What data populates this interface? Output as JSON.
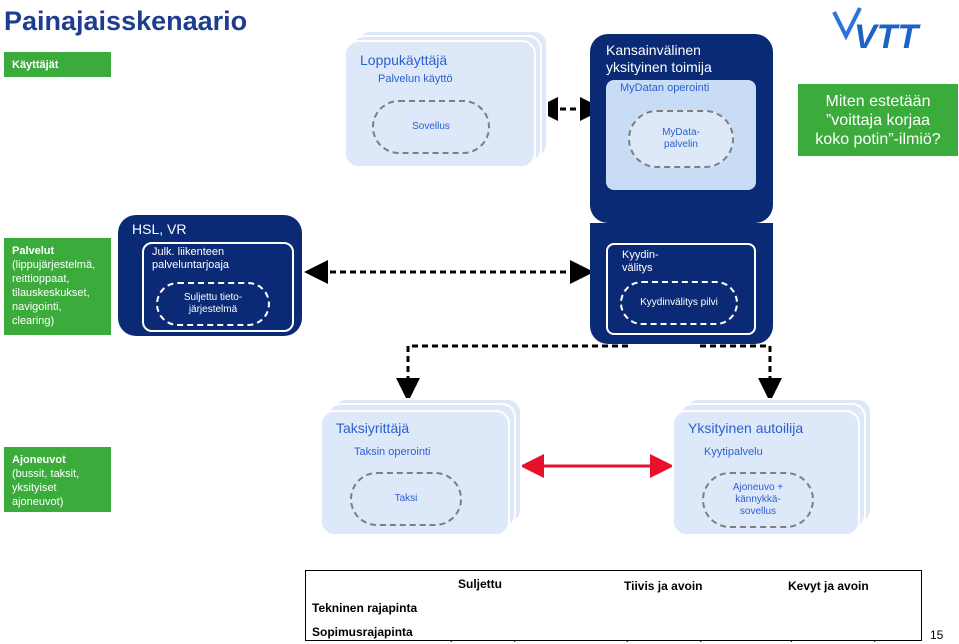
{
  "page": {
    "title": "Painajaisskenaario",
    "page_number": "15",
    "logo_text": "VTT"
  },
  "rows": {
    "users": "Käyttäjät",
    "services_title": "Palvelut",
    "services_detail": "(lippujärjestelmä, reittioppaat, tilauskeskukset, navigointi, clearing)",
    "vehicles_title": "Ajoneuvot",
    "vehicles_detail": "(bussit, taksit, yksityiset ajoneuvot)"
  },
  "callout": {
    "line1": "Miten estetään",
    "line2": "”voittaja korjaa",
    "line3": "koko potin”-ilmiö?"
  },
  "boxes": {
    "end_user": {
      "title": "Loppukäyttäjä",
      "sub": "Palvelun käyttö",
      "inner": "Sovellus"
    },
    "intl_operator": {
      "title": "Kansainvälinen yksityinen toimija",
      "sub": "MyDatan operointi",
      "inner": "MyData-palvelin"
    },
    "hsl_vr": {
      "title": "HSL, VR",
      "sub": "Julk. liikenteen palveluntarjoaja",
      "inner": "Suljettu tieto-järjestelmä"
    },
    "ride_dispatch": {
      "title": "Kyydin-välitys",
      "inner": "Kyydinvälitys pilvi"
    },
    "taxi": {
      "title": "Taksiyrittäjä",
      "sub": "Taksin operointi",
      "inner": "Taksi"
    },
    "private_driver": {
      "title": "Yksityinen autoilija",
      "sub": "Kyytipalvelu",
      "inner": "Ajoneuvo + kännykkä-sovellus"
    }
  },
  "legend": {
    "col_closed": "Suljettu",
    "col_tight_open": "Tiivis ja avoin",
    "col_light_open": "Kevyt ja avoin",
    "row_technical": "Tekninen rajapinta",
    "row_contract": "Sopimusrajapinta"
  },
  "colors": {
    "brand_blue": "#1d3e8f",
    "dark_box": "#0b2a75",
    "label_green": "#3bab3c",
    "technical_red": "#e8102b",
    "contract_black": "#000000"
  }
}
